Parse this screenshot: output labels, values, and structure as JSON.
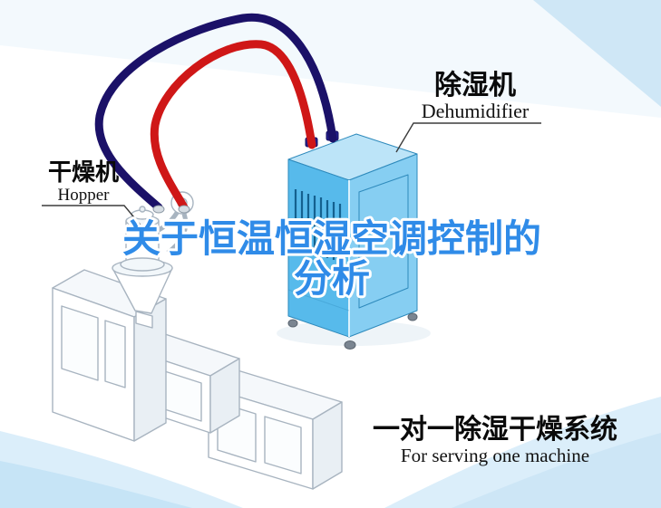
{
  "watermark": {
    "line1": "关于恒温恒湿空调控制的",
    "line2": "分析",
    "color": "#2f8be8"
  },
  "labels": {
    "dehumidifier": {
      "cn": "除湿机",
      "en": "Dehumidifier"
    },
    "hopper": {
      "cn": "干燥机",
      "en": "Hopper"
    }
  },
  "caption": {
    "cn": "一对一除湿干燥系统",
    "en": "For serving one machine"
  },
  "colors": {
    "pipe_red": "#cf1717",
    "pipe_navy": "#1b1168",
    "dehumidifier_top": "#bce4f8",
    "dehumidifier_front": "#57baeb",
    "dehumidifier_side": "#86cef2",
    "vent_slats": "#14618f",
    "wave_light": "#dbeefa",
    "wave_mid": "#c6e4f6"
  }
}
